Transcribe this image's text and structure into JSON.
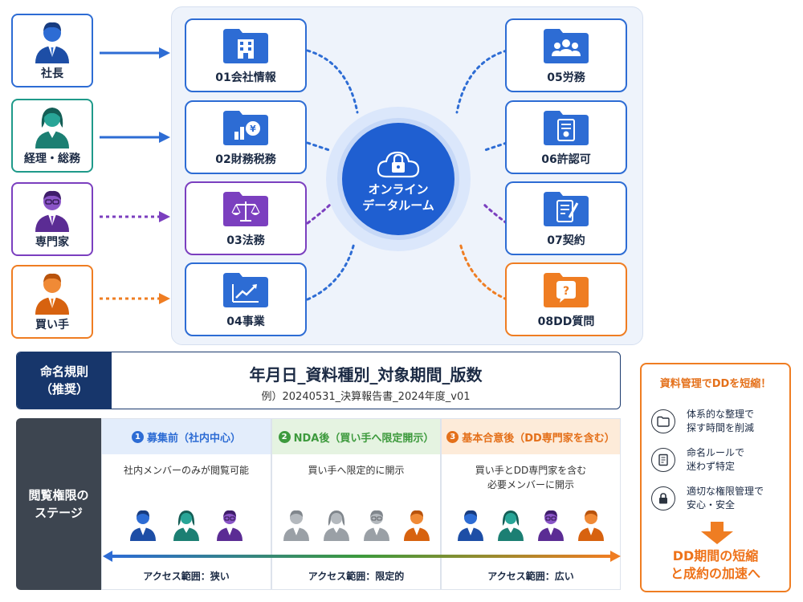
{
  "roles": [
    {
      "label": "社長",
      "color": "#2d6cd4",
      "icon": "businessman-icon"
    },
    {
      "label": "経理・総務",
      "color": "#1f9a8a",
      "icon": "woman-icon"
    },
    {
      "label": "専門家",
      "color": "#7b3fbf",
      "icon": "specialist-icon"
    },
    {
      "label": "買い手",
      "color": "#ef7d22",
      "icon": "buyer-icon"
    }
  ],
  "folders_left": [
    {
      "label": "01会社情報",
      "icon": "building-icon"
    },
    {
      "label": "02財務税務",
      "icon": "finance-icon"
    },
    {
      "label": "03法務",
      "icon": "scales-icon"
    },
    {
      "label": "04事業",
      "icon": "growth-chart-icon"
    }
  ],
  "folders_right": [
    {
      "label": "05労務",
      "icon": "people-icon"
    },
    {
      "label": "06許認可",
      "icon": "certificate-icon"
    },
    {
      "label": "07契約",
      "icon": "contract-icon"
    },
    {
      "label": "08DD質問",
      "icon": "question-icon"
    }
  ],
  "hub": {
    "line1": "オンライン",
    "line2": "データルーム",
    "icon": "cloud-lock-icon"
  },
  "naming": {
    "label_line1": "命名規則",
    "label_line2": "（推奨）",
    "rule": "年月日_資料種別_対象期間_版数",
    "example": "例）20240531_決算報告書_2024年度_v01"
  },
  "stages_label": {
    "line1": "閲覧権限の",
    "line2": "ステージ"
  },
  "stages": [
    {
      "num": "1",
      "title": "募集前（社内中心）",
      "color": "#2d6cd4",
      "bg": "#e3edfb",
      "desc_line1": "社内メンバーのみが閲覧可能",
      "desc_line2": "",
      "access": "アクセス範囲：狭い"
    },
    {
      "num": "2",
      "title": "NDA後（買い手へ限定開示）",
      "color": "#3d9a3d",
      "bg": "#e5f3e1",
      "desc_line1": "買い手へ限定的に開示",
      "desc_line2": "",
      "access": "アクセス範囲：限定的"
    },
    {
      "num": "3",
      "title": "基本合意後（DD専門家を含む）",
      "color": "#e4701a",
      "bg": "#fdebd9",
      "desc_line1": "買い手とDD専門家を含む",
      "desc_line2": "必要メンバーに開示",
      "access": "アクセス範囲：広い"
    }
  ],
  "benefit": {
    "title": "資料管理でDDを短縮！",
    "items": [
      {
        "line1": "体系的な整理で",
        "line2": "探す時間を削減",
        "icon": "folder-icon"
      },
      {
        "line1": "命名ルールで",
        "line2": "迷わず特定",
        "icon": "document-icon"
      },
      {
        "line1": "適切な権限管理で",
        "line2": "安心・安全",
        "icon": "lock-shield-icon"
      }
    ],
    "result_line1": "DD期間の短縮",
    "result_line2": "と成約の加速へ"
  },
  "colors": {
    "blue": "#2d6cd4",
    "teal": "#1f9a8a",
    "purple": "#7b3fbf",
    "orange": "#ef7d22",
    "green": "#3d9a3d",
    "navy": "#17366b",
    "gray": "#9aa0a6"
  }
}
